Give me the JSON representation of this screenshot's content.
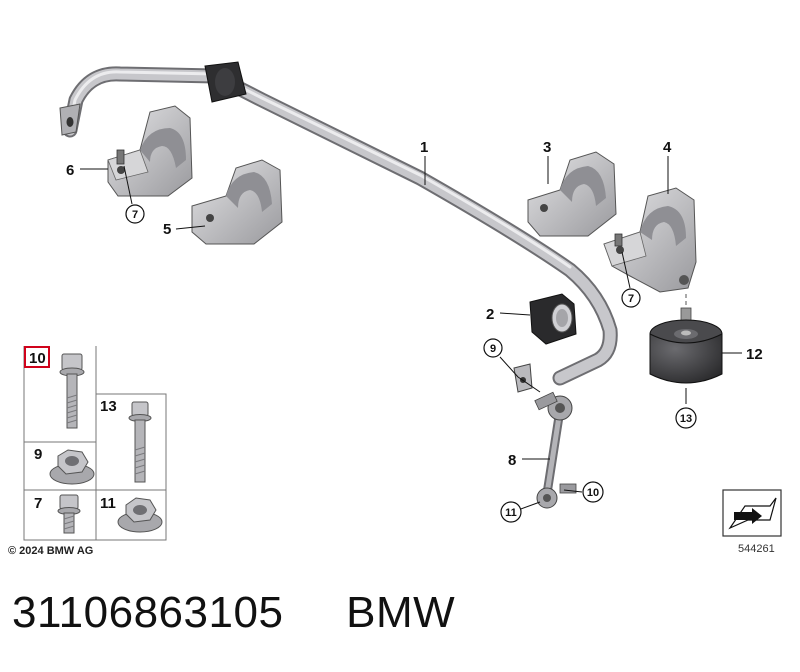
{
  "callouts": {
    "p1": "1",
    "p2": "2",
    "p3": "3",
    "p4": "4",
    "p5": "5",
    "p6": "6",
    "p7a": "7",
    "p7b": "7",
    "p8": "8",
    "p9": "9",
    "p10": "10",
    "p11": "11",
    "p12": "12",
    "p13": "13"
  },
  "table": {
    "cell_10": "10",
    "cell_13": "13",
    "cell_9": "9",
    "cell_7": "7",
    "cell_11": "11"
  },
  "copyright": "© 2024 BMW AG",
  "diagram_id": "544261",
  "footer": {
    "part_number": "31106863105",
    "brand": "BMW"
  },
  "colors": {
    "part_fill": "#c9c9cc",
    "part_shade": "#8e8e93",
    "bushing": "#2b2b2b",
    "highlight": "#d0021b"
  }
}
